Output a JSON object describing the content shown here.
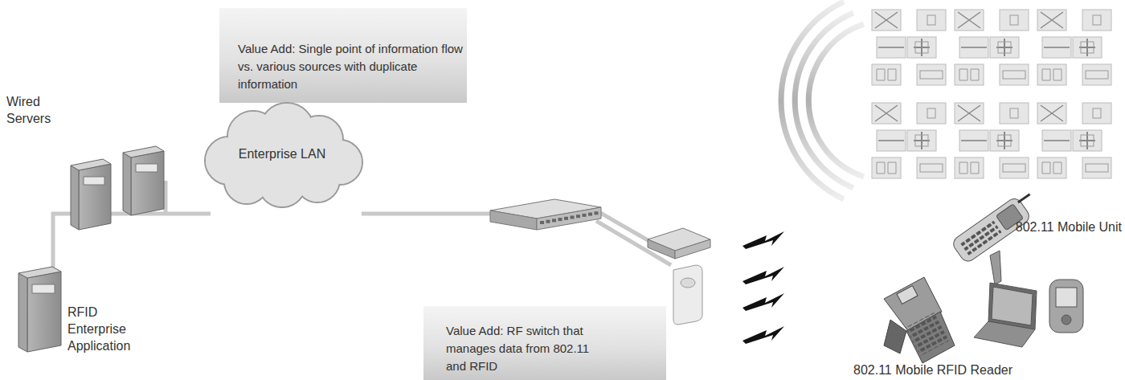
{
  "diagram": {
    "nodes": [
      {
        "text": [
          "Value Add: Single point of information flow vs. various sources with duplicate information"
        ]
      },
      {
        "text": [
          "Enterprise LAN"
        ]
      },
      {
        "text": [
          "Value Add: RF switch that manages data from 802.11 and RFID"
        ]
      }
    ],
    "labels": [
      "Wired Servers",
      "RFID Enterprise Application",
      "802.11 Mobile Unit",
      "802.11 Mobile RFID Reader"
    ]
  }
}
